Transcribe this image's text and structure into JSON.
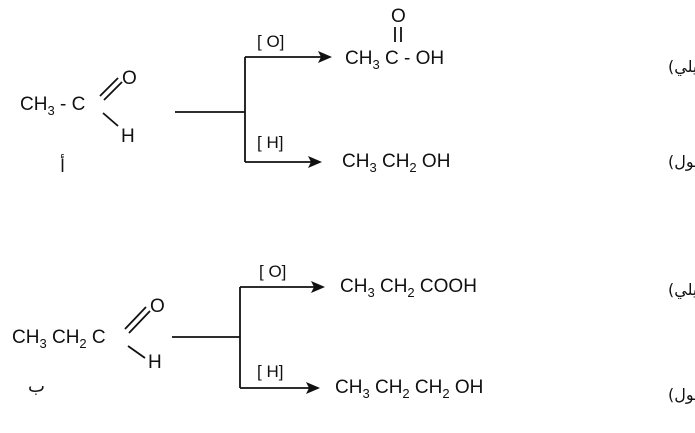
{
  "diagram": {
    "reaction_a": {
      "label": "أ",
      "reactant": {
        "prefix": "CH",
        "sub": "3",
        "suffix": " - C",
        "oxygen": "O",
        "hydrogen": "H"
      },
      "oxidation": {
        "reagent": "[ O]",
        "product_prefix": "CH",
        "product_sub": "3",
        "product_main": " C - OH",
        "carbonyl_o": "O",
        "product_class": "(حمض كربوكسيلي)"
      },
      "reduction": {
        "reagent": "[ H]",
        "product_1": "CH",
        "product_1_sub": "3",
        "product_2": " CH",
        "product_2_sub": "2",
        "product_3": " OH",
        "product_class": "(كحول)"
      }
    },
    "reaction_b": {
      "label": "ب",
      "reactant": {
        "part1": "CH",
        "sub1": "3",
        "part2": " CH",
        "sub2": "2",
        "part3": " C",
        "oxygen": "O",
        "hydrogen": "H"
      },
      "oxidation": {
        "reagent": "[ O]",
        "part1": "CH",
        "sub1": "3",
        "part2": " CH",
        "sub2": "2",
        "part3": " COOH",
        "product_class": "(حمض كربوكسيلي)"
      },
      "reduction": {
        "reagent": "[ H]",
        "part1": "CH",
        "sub1": "3",
        "part2": " CH",
        "sub2": "2",
        "part3": " CH",
        "sub3": "2",
        "part4": " OH",
        "product_class": "(كحول)"
      }
    }
  }
}
